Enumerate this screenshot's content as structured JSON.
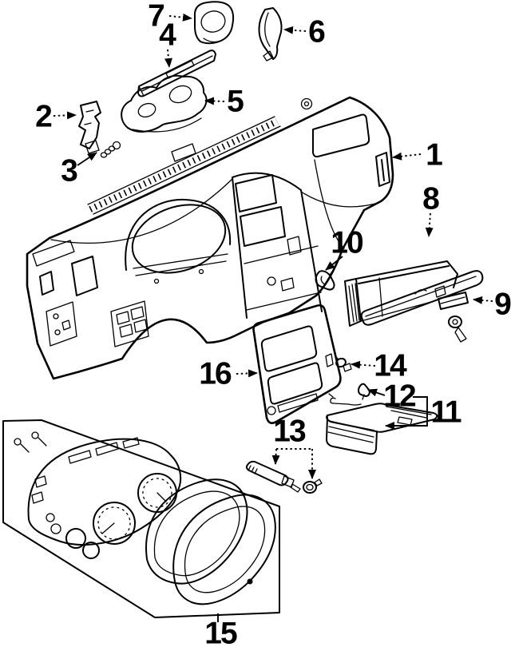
{
  "figure": {
    "kind": "exploded-parts-diagram",
    "subject": "instrument-panel-assembly",
    "ink_color": "#000000",
    "background_color": "#ffffff"
  },
  "callouts": [
    {
      "number": "1",
      "part": "instrument-panel-end-vent"
    },
    {
      "number": "2",
      "part": "side-mounting-bracket"
    },
    {
      "number": "3",
      "part": "screw"
    },
    {
      "number": "4",
      "part": "defroster-vent-garnish"
    },
    {
      "number": "5",
      "part": "center-vent-assembly"
    },
    {
      "number": "6",
      "part": "corner-bracket"
    },
    {
      "number": "7",
      "part": "vent-ring"
    },
    {
      "number": "8",
      "part": "glove-box"
    },
    {
      "number": "9",
      "part": "glove-box-lock"
    },
    {
      "number": "10",
      "part": "retainer-clip"
    },
    {
      "number": "11",
      "part": "console-tray"
    },
    {
      "number": "12",
      "part": "clip-and-rod"
    },
    {
      "number": "13",
      "part": "cigarette-lighter"
    },
    {
      "number": "14",
      "part": "knob"
    },
    {
      "number": "15",
      "part": "instrument-cluster"
    },
    {
      "number": "16",
      "part": "center-trim-bezel"
    }
  ]
}
